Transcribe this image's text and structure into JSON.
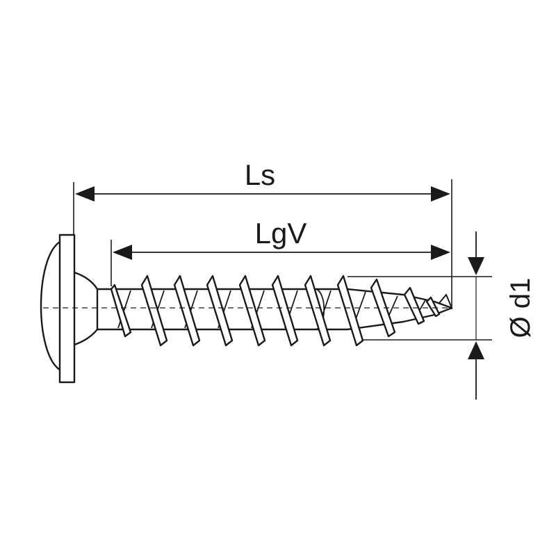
{
  "drawing": {
    "labels": {
      "total_length": "Ls",
      "thread_length": "LgV",
      "diameter": "Ø d1"
    },
    "colors": {
      "line": "#1a1a1a",
      "background": "#ffffff"
    }
  }
}
